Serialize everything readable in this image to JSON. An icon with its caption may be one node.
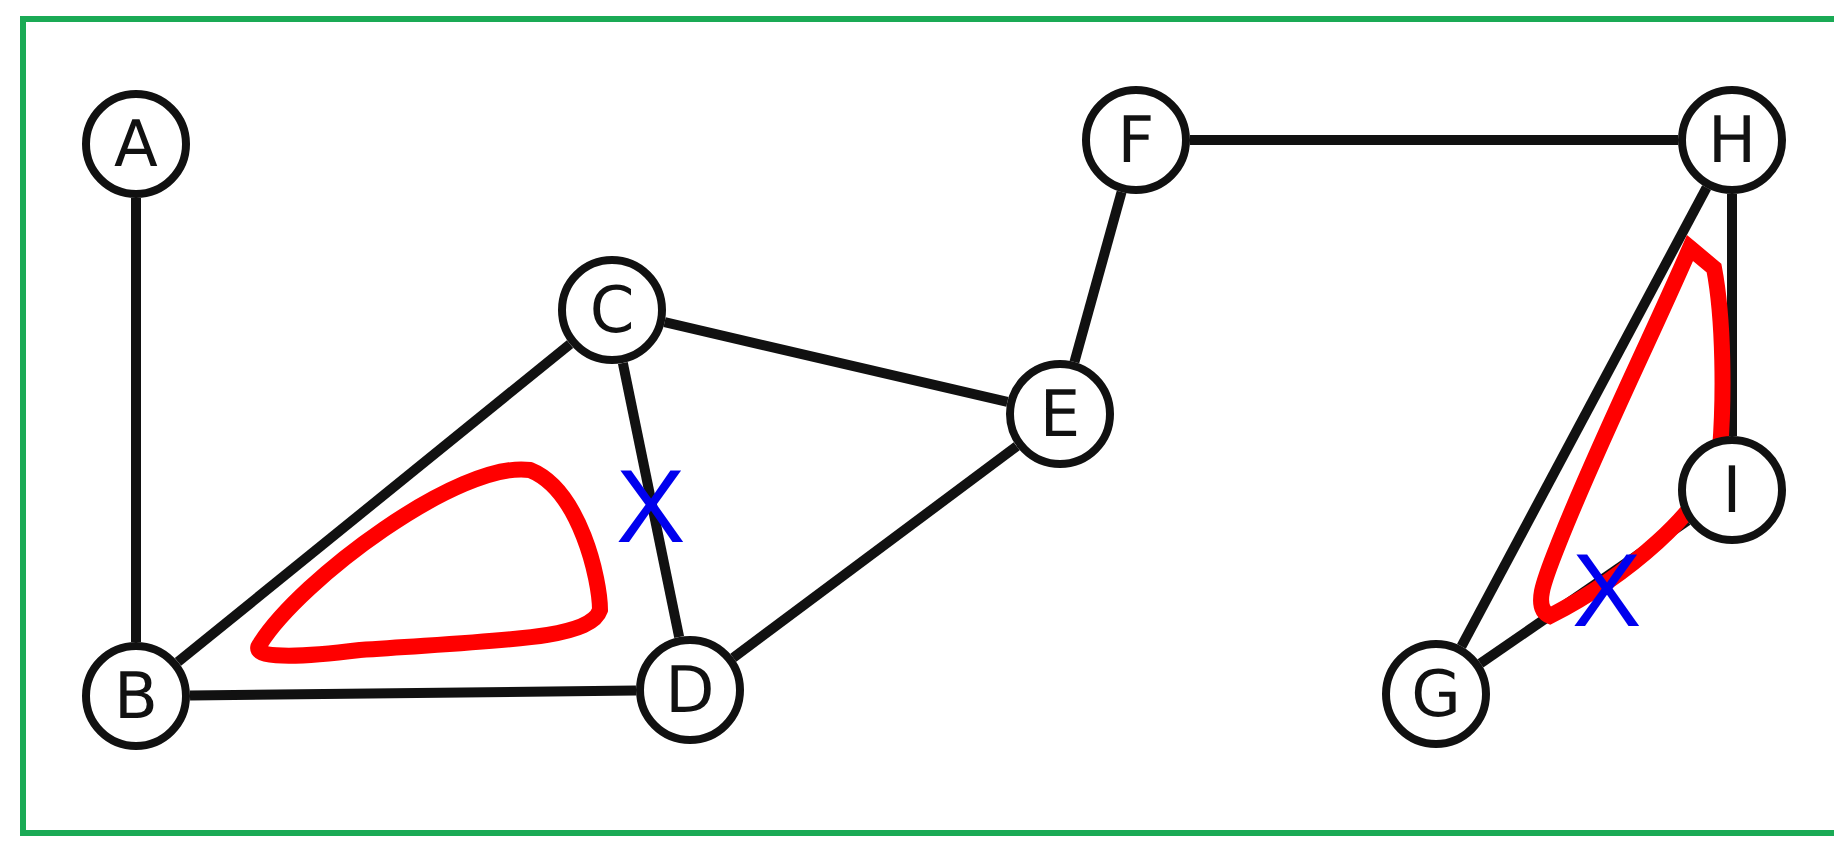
{
  "diagram": {
    "nodes": [
      {
        "text": [
          "A"
        ]
      },
      {
        "text": [
          "B"
        ]
      },
      {
        "text": [
          "C"
        ]
      },
      {
        "text": [
          "D"
        ]
      },
      {
        "text": [
          "E"
        ]
      },
      {
        "text": [
          "F"
        ]
      },
      {
        "text": [
          "H"
        ]
      },
      {
        "text": [
          "I"
        ]
      },
      {
        "text": [
          "G"
        ]
      }
    ],
    "edges": [
      {
        "from": 0,
        "to": 1,
        "arrow": "none"
      },
      {
        "from": 1,
        "to": 2,
        "arrow": "none"
      },
      {
        "from": 1,
        "to": 3,
        "arrow": "none"
      },
      {
        "from": 2,
        "to": 3,
        "arrow": "none"
      },
      {
        "from": 2,
        "to": 4,
        "arrow": "none"
      },
      {
        "from": 3,
        "to": 4,
        "arrow": "none"
      },
      {
        "from": 4,
        "to": 5,
        "arrow": "none"
      },
      {
        "from": 5,
        "to": 6,
        "arrow": "none"
      },
      {
        "from": 6,
        "to": 7,
        "arrow": "none"
      },
      {
        "from": 6,
        "to": 8,
        "arrow": "none"
      },
      {
        "from": 8,
        "to": 7,
        "arrow": "none"
      }
    ],
    "labels": [
      "X",
      "X"
    ]
  }
}
